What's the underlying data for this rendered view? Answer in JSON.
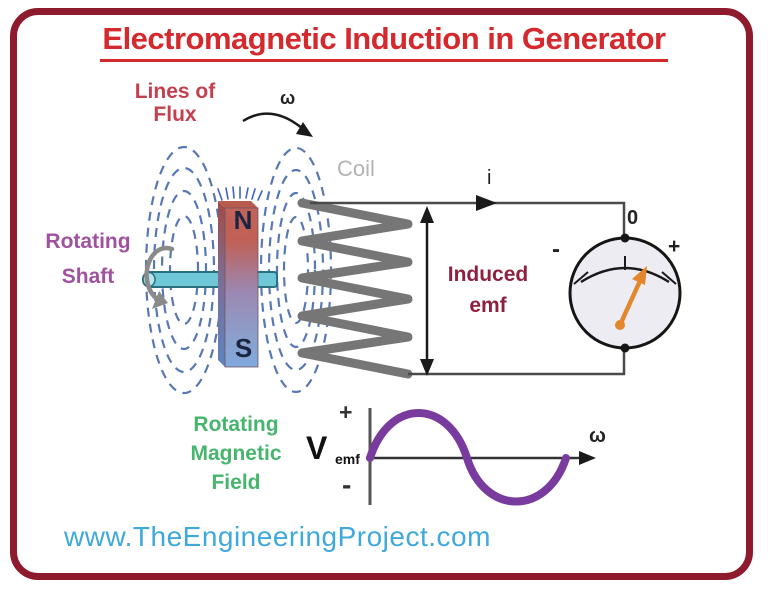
{
  "title": "Electromagnetic Induction in Generator",
  "labels": {
    "lines_of_flux": "Lines of\nFlux",
    "omega_top": "ω",
    "coil": "Coil",
    "current": "i",
    "zero": "0",
    "meter_minus": "-",
    "meter_plus": "+",
    "induced_emf": "Induced\nemf",
    "rotating_shaft": "Rotating\nShaft",
    "magnet_n": "N",
    "magnet_s": "S",
    "rotating_magnetic_field": "Rotating\nMagnetic\nField",
    "graph_plus": "+",
    "graph_minus": "-",
    "v_label": "V",
    "v_sub": "emf",
    "omega_axis": "ω",
    "website": "www.TheEngineeringProject.com"
  },
  "colors": {
    "frame_border": "#8E1B2D",
    "title_red": "#D42A2E",
    "flux_label_red": "#C5404E",
    "flux_line_blue": "#5878B4",
    "shaft_label_purple": "#A0519F",
    "shaft_cyan": "#6FC7D7",
    "coil_gray": "#767676",
    "induced_maroon": "#8E2140",
    "field_green": "#47B56E",
    "needle_orange": "#E2872B",
    "sine_purple": "#7A3B9E",
    "website_blue": "#3FA9DC",
    "magnet_north": "#C2635A",
    "magnet_south": "#7FA9DC"
  }
}
